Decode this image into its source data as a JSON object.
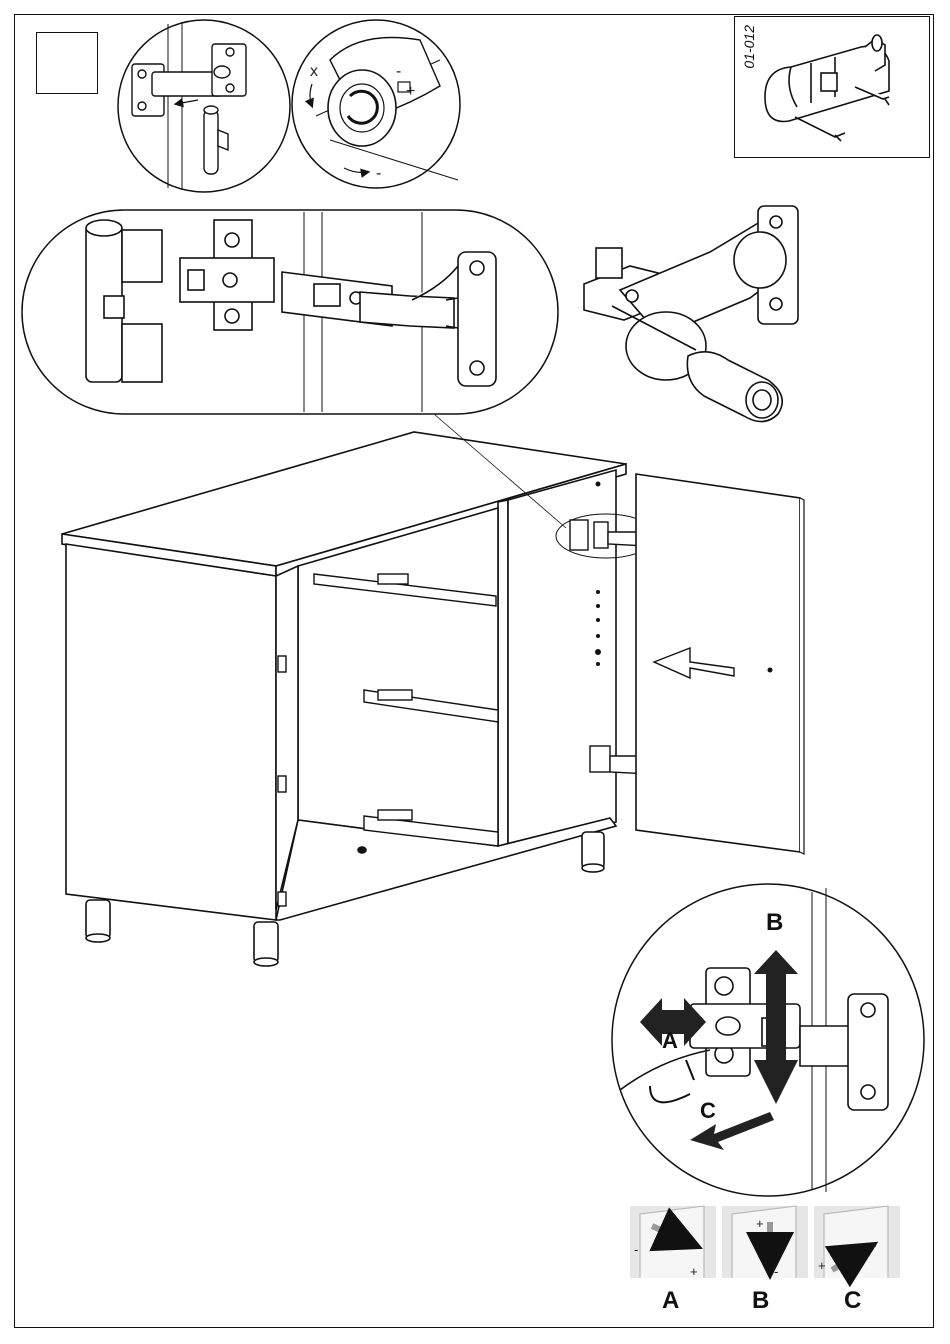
{
  "part": {
    "code": "01-012"
  },
  "adjust": {
    "axis_a": "A",
    "axis_b": "B",
    "axis_c": "C",
    "plus": "+",
    "minus": "-"
  },
  "dial": {
    "plus": "+",
    "minus": "-",
    "x_mark": "x"
  },
  "panels": [
    {
      "label": "A",
      "left_sign": "-",
      "right_sign": "+"
    },
    {
      "label": "B",
      "left_sign": "+",
      "right_sign": "-"
    },
    {
      "label": "C",
      "left_sign": "+",
      "right_sign": "-"
    }
  ]
}
